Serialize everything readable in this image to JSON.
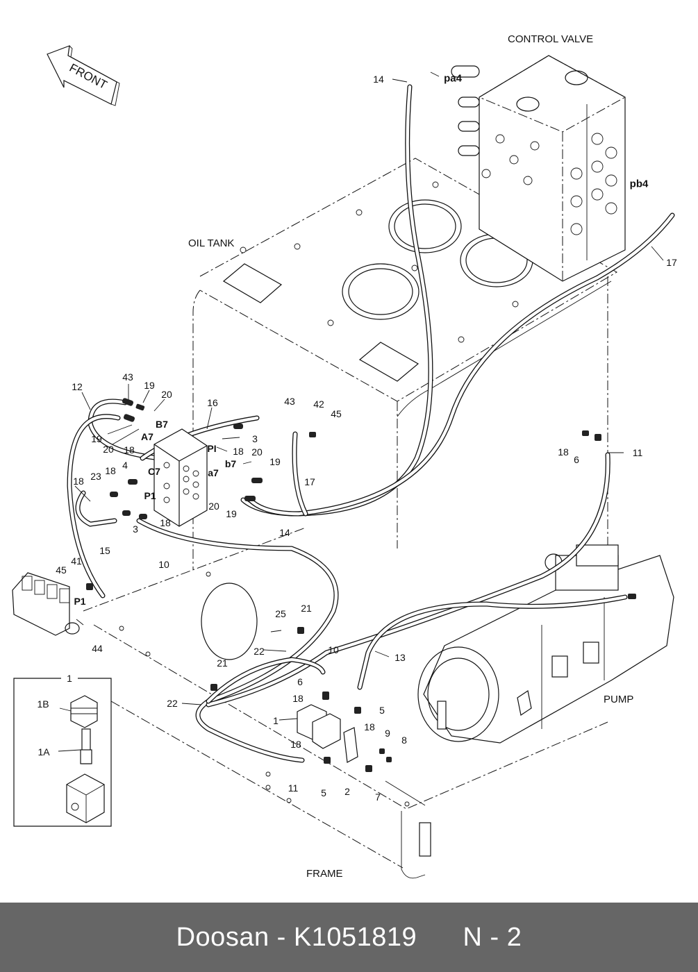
{
  "title": "Doosan - K1051819",
  "footer": {
    "brand": "Doosan",
    "separator": " - ",
    "part_number": "K1051819",
    "page_ref": "N - 2"
  },
  "components": {
    "front_arrow": "FRONT",
    "control_valve": "CONTROL VALVE",
    "oil_tank": "OIL TANK",
    "pump": "PUMP",
    "frame": "FRAME"
  },
  "ports": {
    "pa4": "pa4",
    "pb4": "pb4",
    "B7": "B7",
    "A7": "A7",
    "C7": "C7",
    "P1_block": "P1",
    "PI": "PI",
    "b7": "b7",
    "a7": "a7",
    "P1_valve": "P1"
  },
  "callouts": {
    "c14_top": "14",
    "c17_right": "17",
    "c43_left": "43",
    "c19_a": "19",
    "c20_a": "20",
    "c12": "12",
    "c16": "16",
    "c19_b": "19",
    "c20_b": "20",
    "c18_a": "18",
    "c3_a": "3",
    "c18_b": "18",
    "c4": "4",
    "c20_c": "20",
    "c19_c": "19",
    "c18_c": "18",
    "c23": "23",
    "c18_d": "18",
    "c18_e": "18",
    "c20_d": "20",
    "c19_d": "19",
    "c3_b": "3",
    "c15": "15",
    "c10_a": "10",
    "c17_mid": "17",
    "c14_mid": "14",
    "c43_mid": "43",
    "c42": "42",
    "c45_mid": "45",
    "c18_f": "18",
    "c6_a": "6",
    "c11_a": "11",
    "c41": "41",
    "c45_left": "45",
    "c44": "44",
    "c25": "25",
    "c21_a": "21",
    "c22_a": "22",
    "c10_b": "10",
    "c13": "13",
    "c21_b": "21",
    "c22_b": "22",
    "c6_b": "6",
    "c18_g": "18",
    "c5_a": "5",
    "c1": "1",
    "c18_h": "18",
    "c9": "9",
    "c8": "8",
    "c18_i": "18",
    "c11_b": "11",
    "c5_b": "5",
    "c2": "2",
    "c7": "7"
  },
  "inset": {
    "title": "1",
    "part_1B": "1B",
    "part_1A": "1A"
  }
}
